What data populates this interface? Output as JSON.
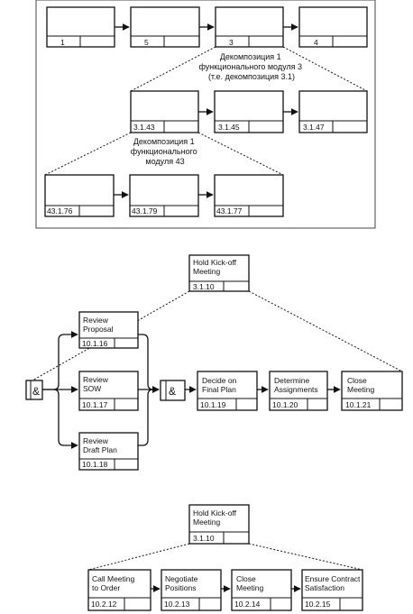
{
  "decomposition_top": {
    "level1_ids": [
      "1",
      "5",
      "3",
      "4"
    ],
    "note_module3": [
      "Декомпозиция 1",
      "функционального модуля 3",
      "(т.е. декомпозиция 3.1)"
    ],
    "level2_ids": [
      "3.1.43",
      "3.1.45",
      "3.1.47"
    ],
    "note_module43": [
      "Декомпозиция 1",
      "функционального",
      "модуля 43"
    ],
    "level3_ids": [
      "43.1.76",
      "43.1.79",
      "43.1.77"
    ]
  },
  "network_middle": {
    "parent": {
      "title": [
        "Hold Kick-off",
        "Meeting"
      ],
      "id": "3.1.10"
    },
    "and_symbol": "&",
    "reviews": [
      {
        "title": [
          "Review",
          "Proposal"
        ],
        "id": "10.1.16"
      },
      {
        "title": [
          "Review",
          "SOW"
        ],
        "id": "10.1.17"
      },
      {
        "title": [
          "Review",
          "Draft Plan"
        ],
        "id": "10.1.18"
      }
    ],
    "sequence": [
      {
        "title": [
          "Decide on",
          "Final Plan"
        ],
        "id": "10.1.19"
      },
      {
        "title": [
          "Determine",
          "Assignments"
        ],
        "id": "10.1.20"
      },
      {
        "title": [
          "Close",
          "Meeting"
        ],
        "id": "10.1.21"
      }
    ]
  },
  "network_bottom": {
    "parent": {
      "title": [
        "Hold Kick-off",
        "Meeting"
      ],
      "id": "3.1.10"
    },
    "sequence": [
      {
        "title": [
          "Call Meeting",
          "to Order"
        ],
        "id": "10.2.12"
      },
      {
        "title": [
          "Negotiate",
          "Positions"
        ],
        "id": "10.2.13"
      },
      {
        "title": [
          "Close",
          "Meeting"
        ],
        "id": "10.2.14"
      },
      {
        "title": [
          "Ensure Contract",
          "Satisfaction"
        ],
        "id": "10.2.15"
      }
    ]
  }
}
